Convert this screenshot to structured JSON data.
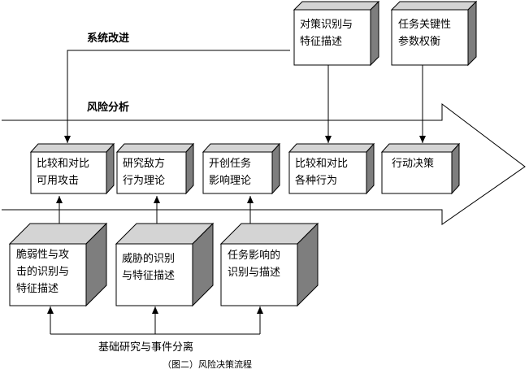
{
  "labels": {
    "system_improvement": "系统改进",
    "risk_analysis": "风险分析",
    "foundation": "基础研究与事件分离",
    "caption": "（图二）风险决策流程"
  },
  "top_boxes": [
    {
      "lines": [
        "对策识别与",
        "特征描述"
      ]
    },
    {
      "lines": [
        "任务关键性",
        "参数权衡"
      ]
    }
  ],
  "arrow_boxes": [
    {
      "lines": [
        "比较和对比",
        "可用攻击"
      ]
    },
    {
      "lines": [
        "研究敌方",
        "行为理论"
      ]
    },
    {
      "lines": [
        "开创任务",
        "影响理论"
      ]
    },
    {
      "lines": [
        "比较和对比",
        "各种行为"
      ]
    },
    {
      "lines": [
        "行动决策"
      ]
    }
  ],
  "bottom_boxes": [
    {
      "lines": [
        "脆弱性与攻",
        "击的识别与",
        "特征描述"
      ]
    },
    {
      "lines": [
        "威胁的识别",
        "与特征描述"
      ]
    },
    {
      "lines": [
        "任务影响的",
        "识别与描述"
      ]
    }
  ]
}
